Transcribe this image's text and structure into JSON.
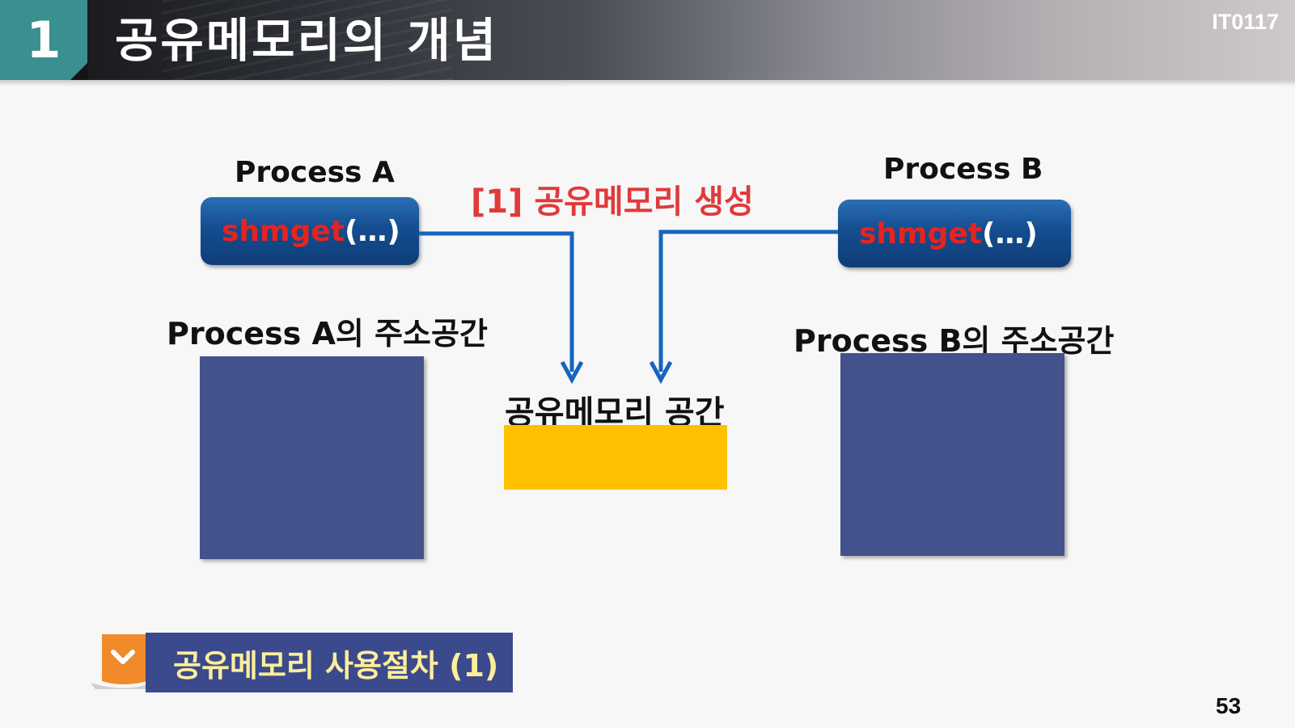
{
  "header": {
    "section_number": "1",
    "title": "공유메모리의 개념",
    "course_code": "IT0117"
  },
  "process_a": {
    "label": "Process A",
    "call_fn": "shmget",
    "call_args": "(…)",
    "address_space_label": "Process A의 주소공간"
  },
  "process_b": {
    "label": "Process B",
    "call_fn": "shmget",
    "call_args": "(…)",
    "address_space_label": "Process B의 주소공간"
  },
  "step": {
    "label": "[1] 공유메모리 생성"
  },
  "shared_memory": {
    "label": "공유메모리 공간"
  },
  "footer": {
    "title": "공유메모리 사용절차 (1)",
    "badge_icon": "chevron-down-icon"
  },
  "page_number": "53",
  "colors": {
    "header_accent": "#3a8f8f",
    "call_box": "#144d8f",
    "address_space": "#43528c",
    "shared_memory": "#ffc000",
    "arrow": "#1565c0",
    "step_label": "#e03a3a",
    "footer_bar": "#3b4a8c",
    "footer_text": "#ffee99",
    "badge": "#f08a2a"
  }
}
